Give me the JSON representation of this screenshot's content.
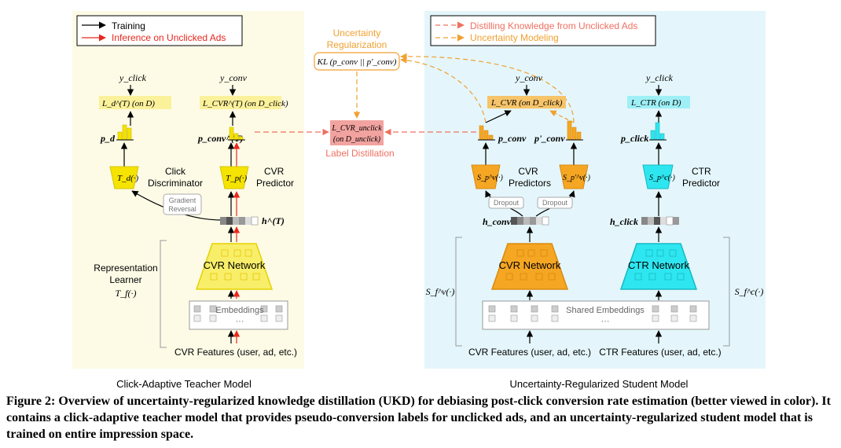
{
  "teacher": {
    "title": "Click-Adaptive Teacher Model",
    "legend_training": "Training",
    "legend_inference": "Inference on Unclicked Ads",
    "y_click": "y_click",
    "y_conv": "y_conv",
    "loss_click": "L_d^(T) (on D)",
    "loss_cvr": "L_CVR^(T) (on D_click)",
    "p_d": "p_d",
    "p_conv": "p_conv^(T)",
    "td": "T_d(·)",
    "tp": "T_p(·)",
    "click_disc_1": "Click",
    "click_disc_2": "Discriminator",
    "cvr_pred_1": "CVR",
    "cvr_pred_2": "Predictor",
    "grad_1": "Gradient",
    "grad_2": "Reversal",
    "h_T": "h^(T)",
    "rep_1": "Representation",
    "rep_2": "Learner",
    "tf": "T_f(·)",
    "network": "CVR Network",
    "embeddings": "Embeddings",
    "dots": "···",
    "features": "CVR Features (user, ad, etc.)"
  },
  "middle": {
    "unc_1": "Uncertainty",
    "unc_2": "Regularization",
    "kl": "KL (p_conv || p'_conv)",
    "ld_1": "L_CVR_unclick",
    "ld_2": "(on D_unclick)",
    "ld_label": "Label Distillation"
  },
  "student": {
    "title": "Uncertainty-Regularized Student Model",
    "legend_distill": "Distilling Knowledge from Unclicked Ads",
    "legend_unc": "Uncertainty Modeling",
    "y_conv": "y_conv",
    "y_click": "y_click",
    "loss_cvr": "L_CVR (on D_click)",
    "loss_ctr": "L_CTR (on D)",
    "p_conv": "p_conv",
    "p_conv2": "p'_conv",
    "p_click": "p_click",
    "sp": "S_p^v(·)",
    "sp2": "S_p'^v(·)",
    "spc": "S_p^c(·)",
    "cvr_preds_1": "CVR",
    "cvr_preds_2": "Predictors",
    "ctr_pred_1": "CTR",
    "ctr_pred_2": "Predictor",
    "dropout": "Dropout",
    "h_conv": "h_conv",
    "h_click": "h_click",
    "sfv": "S_f^v(·)",
    "sfc": "S_f^c(·)",
    "cvr_network": "CVR Network",
    "ctr_network": "CTR Network",
    "shared_emb": "Shared Embeddings",
    "dots": "···",
    "cvr_features": "CVR Features (user, ad, etc.)",
    "ctr_features": "CTR Features (user, ad, etc.)"
  },
  "caption": "Figure 2: Overview of uncertainty-regularized knowledge distillation (UKD) for debiasing post-click conversion rate estimation (better viewed in color). It contains a click-adaptive teacher model that provides pseudo-conversion labels for unclicked ads, and an uncertainty-regularized student model that is trained on entire impression space.",
  "colors": {
    "teacher_bg": "#fdfbe6",
    "student_bg": "#e4f6fb",
    "yellow": "#f5e300",
    "orange": "#f5a623",
    "cyan": "#2ee6f0",
    "red": "#e8281e",
    "red_pink": "#f2a3a0"
  }
}
